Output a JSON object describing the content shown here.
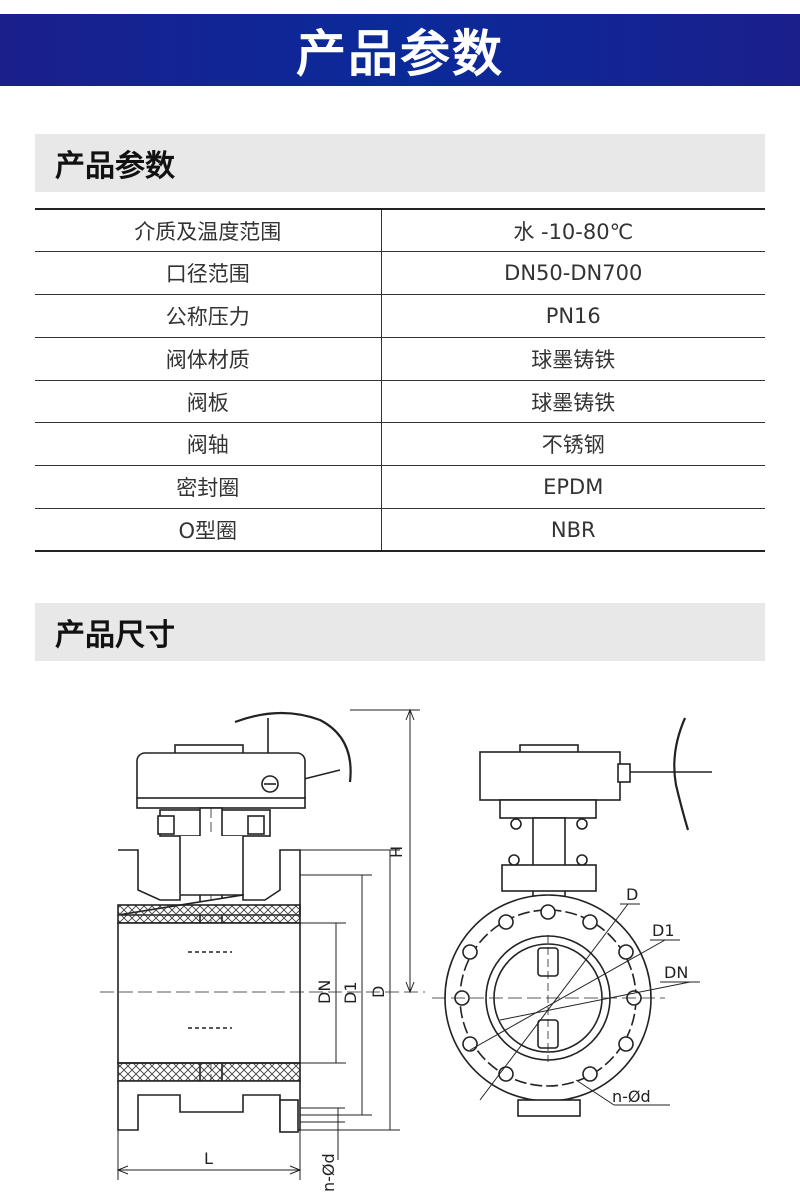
{
  "banner": {
    "title": "产品参数"
  },
  "sections": {
    "params": "产品参数",
    "dimensions": "产品尺寸"
  },
  "specs": [
    {
      "key": "介质及温度范围",
      "value": "水  -10-80℃"
    },
    {
      "key": "口径范围",
      "value": "DN50-DN700"
    },
    {
      "key": "公称压力",
      "value": "PN16"
    },
    {
      "key": "阀体材质",
      "value": "球墨铸铁"
    },
    {
      "key": "阀板",
      "value": "球墨铸铁"
    },
    {
      "key": "阀轴",
      "value": "不锈钢"
    },
    {
      "key": "密封圈",
      "value": "EPDM"
    },
    {
      "key": "O型圈",
      "value": "NBR"
    }
  ],
  "drawing_labels": {
    "H": "H",
    "DN": "DN",
    "D1": "D1",
    "D": "D",
    "L": "L",
    "nd": "n-Ød",
    "front_D": "D",
    "front_D1": "D1",
    "front_DN": "DN",
    "front_nd": "n-Ød"
  }
}
